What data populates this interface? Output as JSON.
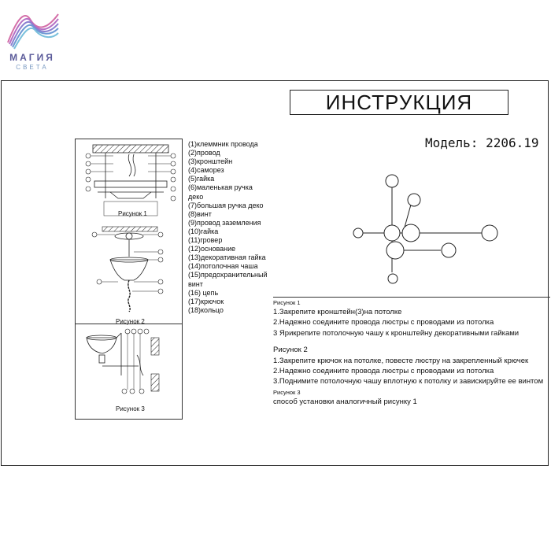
{
  "logo": {
    "name": "МАГИЯ",
    "sub": "СВЕТА"
  },
  "title": "ИНСТРУКЦИЯ",
  "model": "Модель: 2206.19",
  "parts": [
    "(1)клеммник провода",
    "(2)провод",
    "(3)кронштейн",
    "(4)саморез",
    "(5)гайка",
    "(6)маленькая ручка деко",
    "(7)большая ручка деко",
    "(8)винт",
    "(9)провод заземления",
    "(10)гайка",
    "(11)гровер",
    "(12)основание",
    "(13)декоративная гайка",
    "(14)потолочная чаша",
    "(15)предохранительный винт",
    "(16) цепь",
    "(17)крючок",
    "(18)кольцо"
  ],
  "figures": {
    "fig1": "Рисунок 1",
    "fig2": "Рисунок 2",
    "fig3": "Рисунок 3"
  },
  "instructions": {
    "fig1_head": "Рисунок 1",
    "fig1": [
      "1.Закрепите кронштейн(3)на потолке",
      "2.Надежно соедините провода люстры с проводами из потолка",
      "3 Ярикрепите потолочную чашу к кронштейну декоративными гайками"
    ],
    "fig2_head": "Рисунок 2",
    "fig2": [
      "1.Закрепите крючок на потолке, повесте люстру на закрепленный крючек",
      "2.Надежно соедините провода люстры с проводами из потолка",
      "3.Поднимите потолочную чашу вплотную к потолку и завискируйте ее винтом"
    ],
    "fig3_head": "Рисунок 3",
    "fig3": [
      "способ установки аналогичный рисунку 1"
    ]
  },
  "colors": {
    "logo_purple": "#5b5b9a",
    "logo_blue": "#7a9ac2",
    "logo_pink": "#d46fa8"
  }
}
